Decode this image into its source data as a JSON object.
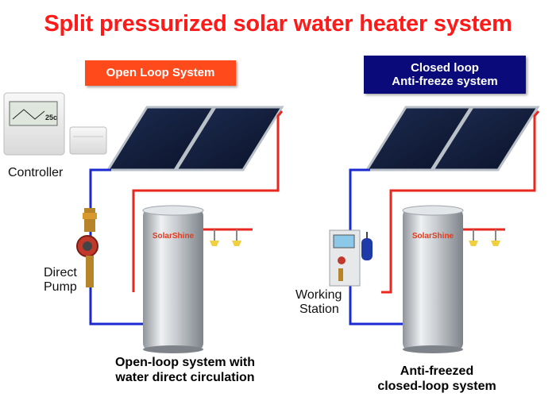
{
  "title": "Split pressurized solar water heater system",
  "open_loop": {
    "badge": "Open Loop System",
    "controller_label": "Controller",
    "pump_label_1": "Direct",
    "pump_label_2": "Pump",
    "tank_brand": "SolarShine",
    "caption_1": "Open-loop system with",
    "caption_2": "water direct circulation",
    "controller_display": "25c"
  },
  "closed_loop": {
    "badge_1": "Closed loop",
    "badge_2": "Anti-freeze system",
    "station_label_1": "Working",
    "station_label_2": "Station",
    "tank_brand": "SolarShine",
    "caption_1": "Anti-freezed",
    "caption_2": "closed-loop system"
  },
  "colors": {
    "title": "#ff1a1a",
    "open_badge": "#ff4a1c",
    "closed_badge": "#0a0a7a",
    "hot_pipe": "#e8281e",
    "cold_pipe": "#1a2ad0",
    "panel": "#0f1c3c"
  }
}
